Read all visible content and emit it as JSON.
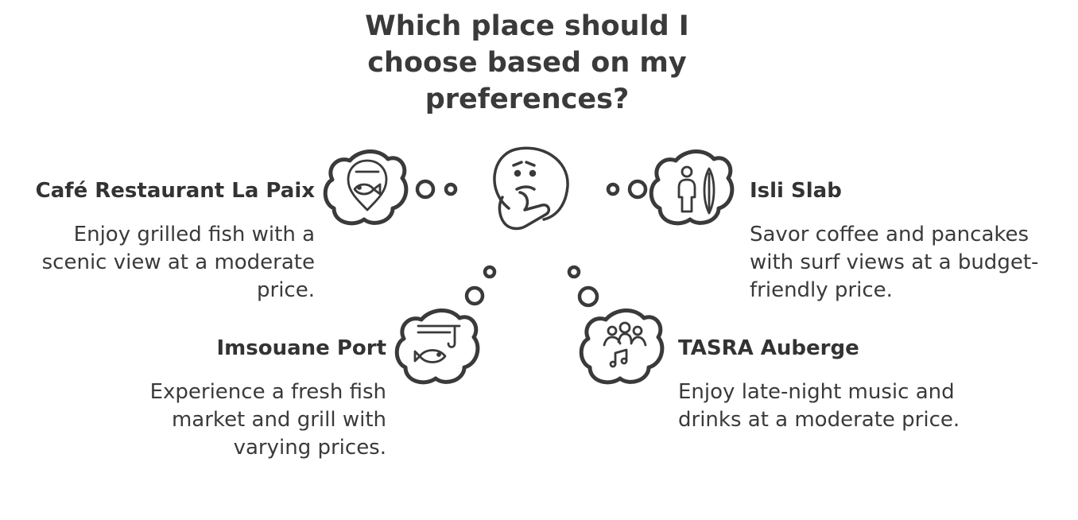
{
  "title": "Which place should I choose based on my preferences?",
  "center_icon": "thinking-face-icon",
  "options": [
    {
      "id": "cafe",
      "title": "Café Restaurant La Paix",
      "description": "Enjoy grilled fish with a scenic view at a moderate price.",
      "icon": "fish-location-icon"
    },
    {
      "id": "isli",
      "title": "Isli Slab",
      "description": "Savor coffee and pancakes with surf views at a budget-friendly price.",
      "icon": "surfer-icon"
    },
    {
      "id": "port",
      "title": "Imsouane Port",
      "description": "Experience a fresh fish market and grill with varying prices.",
      "icon": "fishing-icon"
    },
    {
      "id": "tasra",
      "title": "TASRA Auberge",
      "description": "Enjoy late-night music and drinks at a moderate price.",
      "icon": "music-group-icon"
    }
  ],
  "colors": {
    "ink": "#3a3a3a",
    "background": "#ffffff"
  }
}
